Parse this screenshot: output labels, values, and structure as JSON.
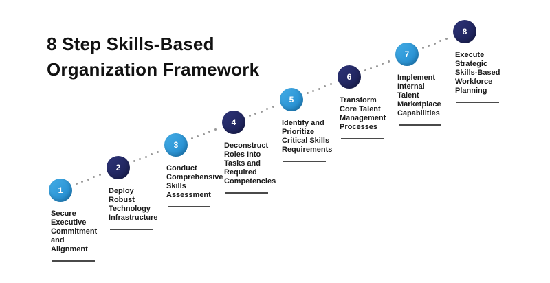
{
  "title": {
    "text": "8 Step Skills-Based\nOrganization Framework"
  },
  "colors": {
    "background": "#ffffff",
    "title_text": "#111111",
    "label_text": "#1a1a1a",
    "light_circle_start": "#45ADE6",
    "light_circle_end": "#1E88CD",
    "dark_circle_start": "#2E3478",
    "dark_circle_end": "#1A1F53",
    "number_text": "#ffffff",
    "dot": "#999999",
    "underline": "#4a4a4a"
  },
  "steps": [
    {
      "number": "1",
      "tone": "light",
      "label": "Secure\nExecutive\nCommitment\nand\nAlignment"
    },
    {
      "number": "2",
      "tone": "dark",
      "label": "Deploy\nRobust\nTechnology\nInfrastructure"
    },
    {
      "number": "3",
      "tone": "light",
      "label": "Conduct\nComprehensive\nSkills\nAssessment"
    },
    {
      "number": "4",
      "tone": "dark",
      "label": "Deconstruct\nRoles Into\nTasks and\nRequired\nCompetencies"
    },
    {
      "number": "5",
      "tone": "light",
      "label": "Identify and\nPrioritize\nCritical Skills\nRequirements"
    },
    {
      "number": "6",
      "tone": "dark",
      "label": "Transform\nCore Talent\nManagement\nProcesses"
    },
    {
      "number": "7",
      "tone": "light",
      "label": "Implement\nInternal\nTalent\nMarketplace\nCapabilities"
    },
    {
      "number": "8",
      "tone": "dark",
      "label": "Execute\nStrategic\nSkills-Based\nWorkforce\nPlanning"
    }
  ]
}
